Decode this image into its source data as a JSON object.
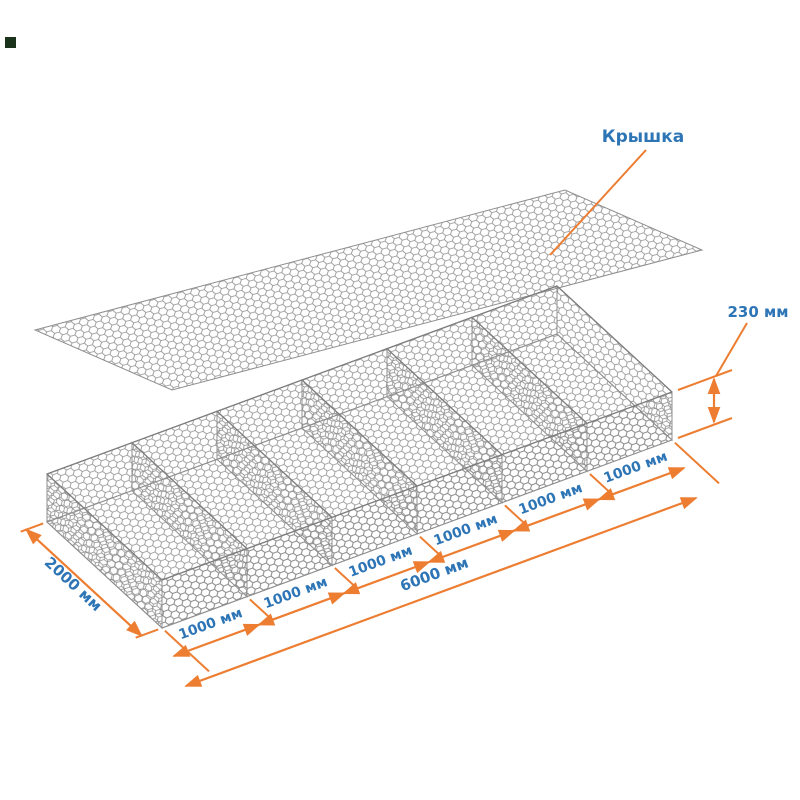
{
  "diagram": {
    "lid_label": "Крышка",
    "height_label": "230 мм",
    "depth_label": "2000 мм",
    "length_label": "6000 мм",
    "segment_labels": [
      "1000 мм",
      "1000 мм",
      "1000 мм",
      "1000 мм",
      "1000 мм",
      "1000 мм"
    ],
    "colors": {
      "dimension_orange": "#ED7D31",
      "label_blue": "#2E75B6",
      "mesh_gray": "#8D8D8D"
    }
  }
}
